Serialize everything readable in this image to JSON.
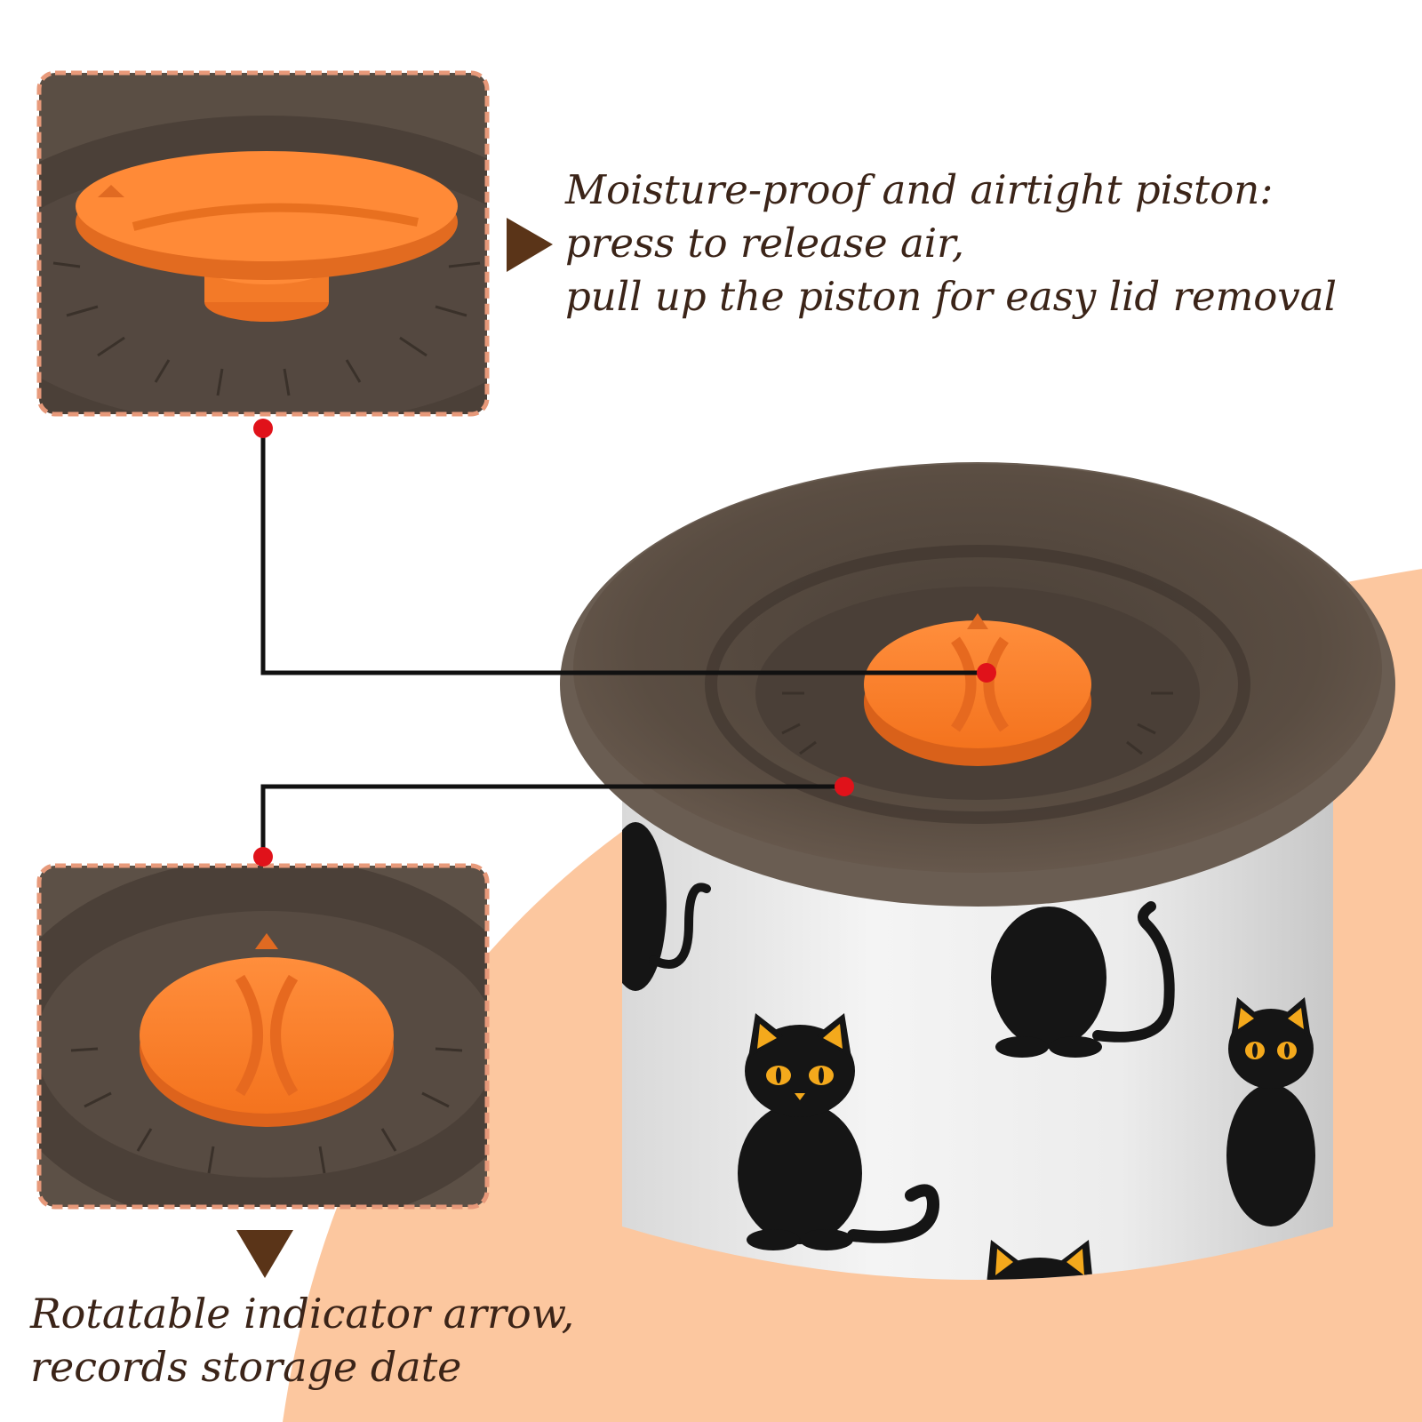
{
  "captions": {
    "top": {
      "line1": "Moisture-proof and airtight piston:",
      "line2": "press to release air,",
      "line3": "pull up the piston for easy lid removal"
    },
    "bottom": {
      "line1": "Rotatable indicator arrow,",
      "line2": "records storage date"
    }
  },
  "colors": {
    "accent_orange": "#fb7f2e",
    "lid_brown": "#55493f",
    "text_brown": "#3b2418",
    "background_peach": "#fcc79f",
    "marker_red": "#e0121a",
    "frame_border": "#e7997a"
  },
  "icons": {
    "pointer_right": "triangle-right-icon",
    "pointer_down": "triangle-down-icon",
    "marker": "red-dot-marker-icon"
  }
}
